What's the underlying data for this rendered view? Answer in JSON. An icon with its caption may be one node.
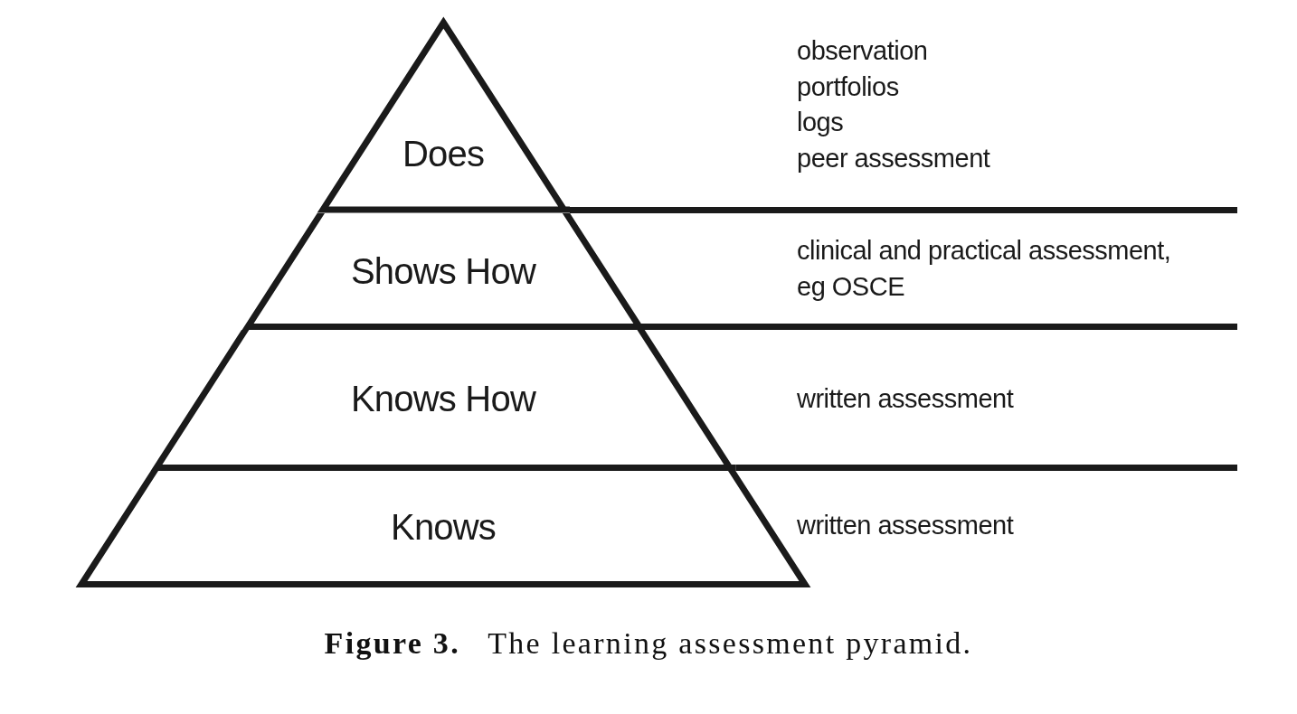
{
  "diagram": {
    "caption": "**Figure 3.** The learning assessment pyramid.",
    "nodes": [
      {
        "text": [
          "Does"
        ]
      },
      {
        "text": [
          "Shows How"
        ]
      },
      {
        "text": [
          "Knows How"
        ]
      },
      {
        "text": [
          "Knows"
        ]
      }
    ],
    "labels": [
      "observation",
      "portfolios",
      "logs",
      "peer assessment",
      "clinical and practical assessment, eg OSCE",
      "written assessment",
      "written assessment"
    ]
  }
}
